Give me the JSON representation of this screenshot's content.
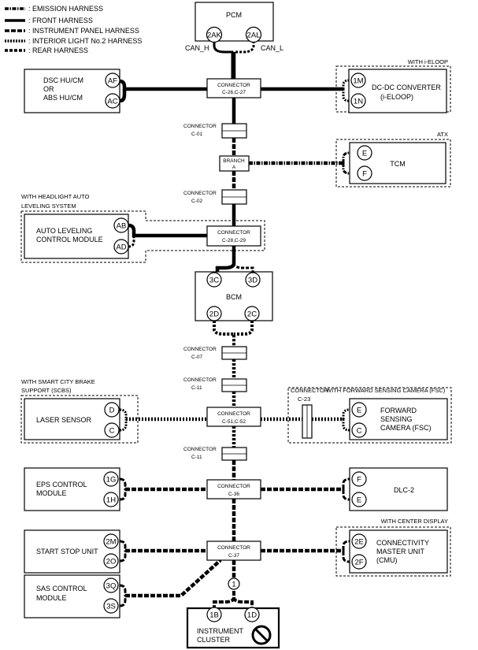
{
  "legend": [
    {
      "label": ": EMISSION HARNESS",
      "style": "emission"
    },
    {
      "label": ": FRONT HARNESS",
      "style": "front"
    },
    {
      "label": ": INSTRUMENT PANEL HARNESS",
      "style": "instrument"
    },
    {
      "label": ": INTERIOR LIGHT No.2 HARNESS",
      "style": "interior"
    },
    {
      "label": ": REAR HARNESS",
      "style": "rear"
    }
  ],
  "pcm": {
    "name": "PCM",
    "pin_left": "2AK",
    "pin_right": "2AL",
    "can_h": "CAN_H",
    "can_l": "CAN_L"
  },
  "dsc": {
    "line1": "DSC HU/CM",
    "line2": "OR",
    "line3": "ABS HU/CM",
    "pin_top": "AF",
    "pin_bottom": "AC"
  },
  "dcdc": {
    "option": "WITH i-ELOOP",
    "line1": "DC-DC CONVERTER",
    "line2": "(i-ELOOP)",
    "pin_top": "1M",
    "pin_bottom": "1N"
  },
  "tcm": {
    "option": "ATX",
    "name": "TCM",
    "pin_top": "E",
    "pin_bottom": "F"
  },
  "auto_leveling": {
    "option_line1": "WITH HEADLIGHT AUTO",
    "option_line2": "LEVELING SYSTEM",
    "line1": "AUTO LEVELING",
    "line2": "CONTROL MODULE",
    "pin_top": "AB",
    "pin_bottom": "AD"
  },
  "bcm": {
    "name": "BCM",
    "pin_tl": "3C",
    "pin_tr": "3D",
    "pin_bl": "2D",
    "pin_br": "2C"
  },
  "laser": {
    "option_line1": "WITH SMART CITY BRAKE",
    "option_line2": "SUPPORT (SCBS)",
    "name": "LASER SENSOR",
    "pin_top": "D",
    "pin_bottom": "C"
  },
  "fsc": {
    "option": "WITH FORWARD SENSING CAMERA (FSC)",
    "line1": "FORWARD",
    "line2": "SENSING",
    "line3": "CAMERA (FSC)",
    "pin_top": "E",
    "pin_bottom": "C",
    "conn_line1": "CONNECTOR",
    "conn_line2": "C-23"
  },
  "eps": {
    "line1": "EPS CONTROL",
    "line2": "MODULE",
    "pin_top": "1G",
    "pin_bottom": "1H"
  },
  "dlc": {
    "name": "DLC-2",
    "pin_top": "F",
    "pin_bottom": "E"
  },
  "start_stop": {
    "name": "START STOP UNIT",
    "pin_top": "2M",
    "pin_bottom": "2O"
  },
  "cmu": {
    "option": "WITH CENTER DISPLAY",
    "line1": "CONNECTIVITY",
    "line2": "MASTER UNIT",
    "line3": "(CMU)",
    "pin_top": "2E",
    "pin_bottom": "2F"
  },
  "sas": {
    "line1": "SAS CONTROL",
    "line2": "MODULE",
    "pin_top": "3Q",
    "pin_bottom": "3S"
  },
  "cluster": {
    "line1": "INSTRUMENT",
    "line2": "CLUSTER",
    "pin_left": "1B",
    "pin_right": "1D"
  },
  "connectors": {
    "c26": {
      "line1": "CONNECTOR",
      "line2": "C-26,C-27"
    },
    "c01": {
      "line1": "CONNECTOR",
      "line2": "C-01"
    },
    "branch": {
      "line1": "BRANCH",
      "line2": "A"
    },
    "c02": {
      "line1": "CONNECTOR",
      "line2": "C-02"
    },
    "c28": {
      "line1": "CONNECTOR",
      "line2": "C-28,C-29"
    },
    "c07": {
      "line1": "CONNECTOR",
      "line2": "C-07"
    },
    "c11a": {
      "line1": "CONNECTOR",
      "line2": "C-11"
    },
    "c51": {
      "line1": "CONNECTOR",
      "line2": "C-51,C-52"
    },
    "c11b": {
      "line1": "CONNECTOR",
      "line2": "C-11"
    },
    "c36": {
      "line1": "CONNECTOR",
      "line2": "C-36"
    },
    "c37": {
      "line1": "CONNECTOR",
      "line2": "C-37"
    }
  },
  "junction_mark": "1"
}
